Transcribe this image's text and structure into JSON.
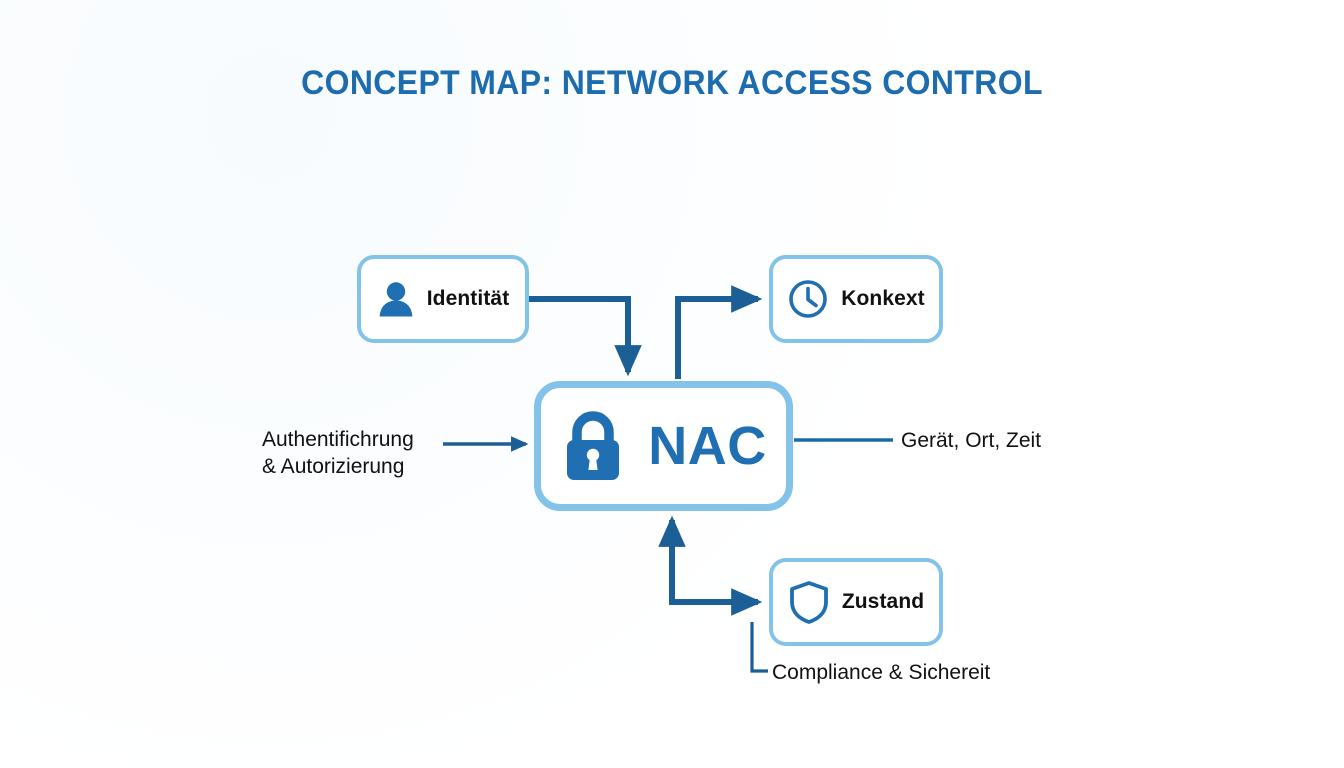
{
  "title": "CONCEPT MAP: NETWORK ACCESS CONTROL",
  "colors": {
    "title": "#1d6cae",
    "node_border": "#83c2e9",
    "node_fill": "#ffffff",
    "icon_blue": "#1f6fb2",
    "connector": "#1b5f96",
    "text": "#111111",
    "background": "#fdfdff"
  },
  "nodes": {
    "center": {
      "label": "NAC",
      "icon": "lock-icon"
    },
    "identity": {
      "label": "Identität",
      "icon": "user-icon"
    },
    "context": {
      "label": "Konkext",
      "icon": "clock-icon"
    },
    "state": {
      "label": "Zustand",
      "icon": "shield-icon"
    }
  },
  "annotations": {
    "auth_line1": "Authentifichrung",
    "auth_line2": "& Autorizierung",
    "device": "Gerät, Ort, Zeit",
    "compliance": "Compliance & Sichereit"
  },
  "connectors": [
    {
      "name": "identity-to-nac",
      "from": "Identität",
      "to": "NAC",
      "style": "elbow",
      "arrow": "end"
    },
    {
      "name": "nac-to-context",
      "from": "NAC",
      "to": "Konkext",
      "style": "elbow",
      "arrow": "end"
    },
    {
      "name": "state-to-nac",
      "from": "Zustand",
      "to": "NAC",
      "style": "elbow",
      "arrow": "both"
    },
    {
      "name": "auth-to-nac",
      "from": "Authentifichrung & Autorizierung",
      "to": "NAC",
      "style": "straight",
      "arrow": "end"
    },
    {
      "name": "nac-to-device",
      "from": "NAC",
      "to": "Gerät, Ort, Zeit",
      "style": "straight",
      "arrow": "none"
    },
    {
      "name": "state-to-compliance",
      "from": "Zustand",
      "to": "Compliance & Sichereit",
      "style": "elbow",
      "arrow": "none"
    }
  ]
}
